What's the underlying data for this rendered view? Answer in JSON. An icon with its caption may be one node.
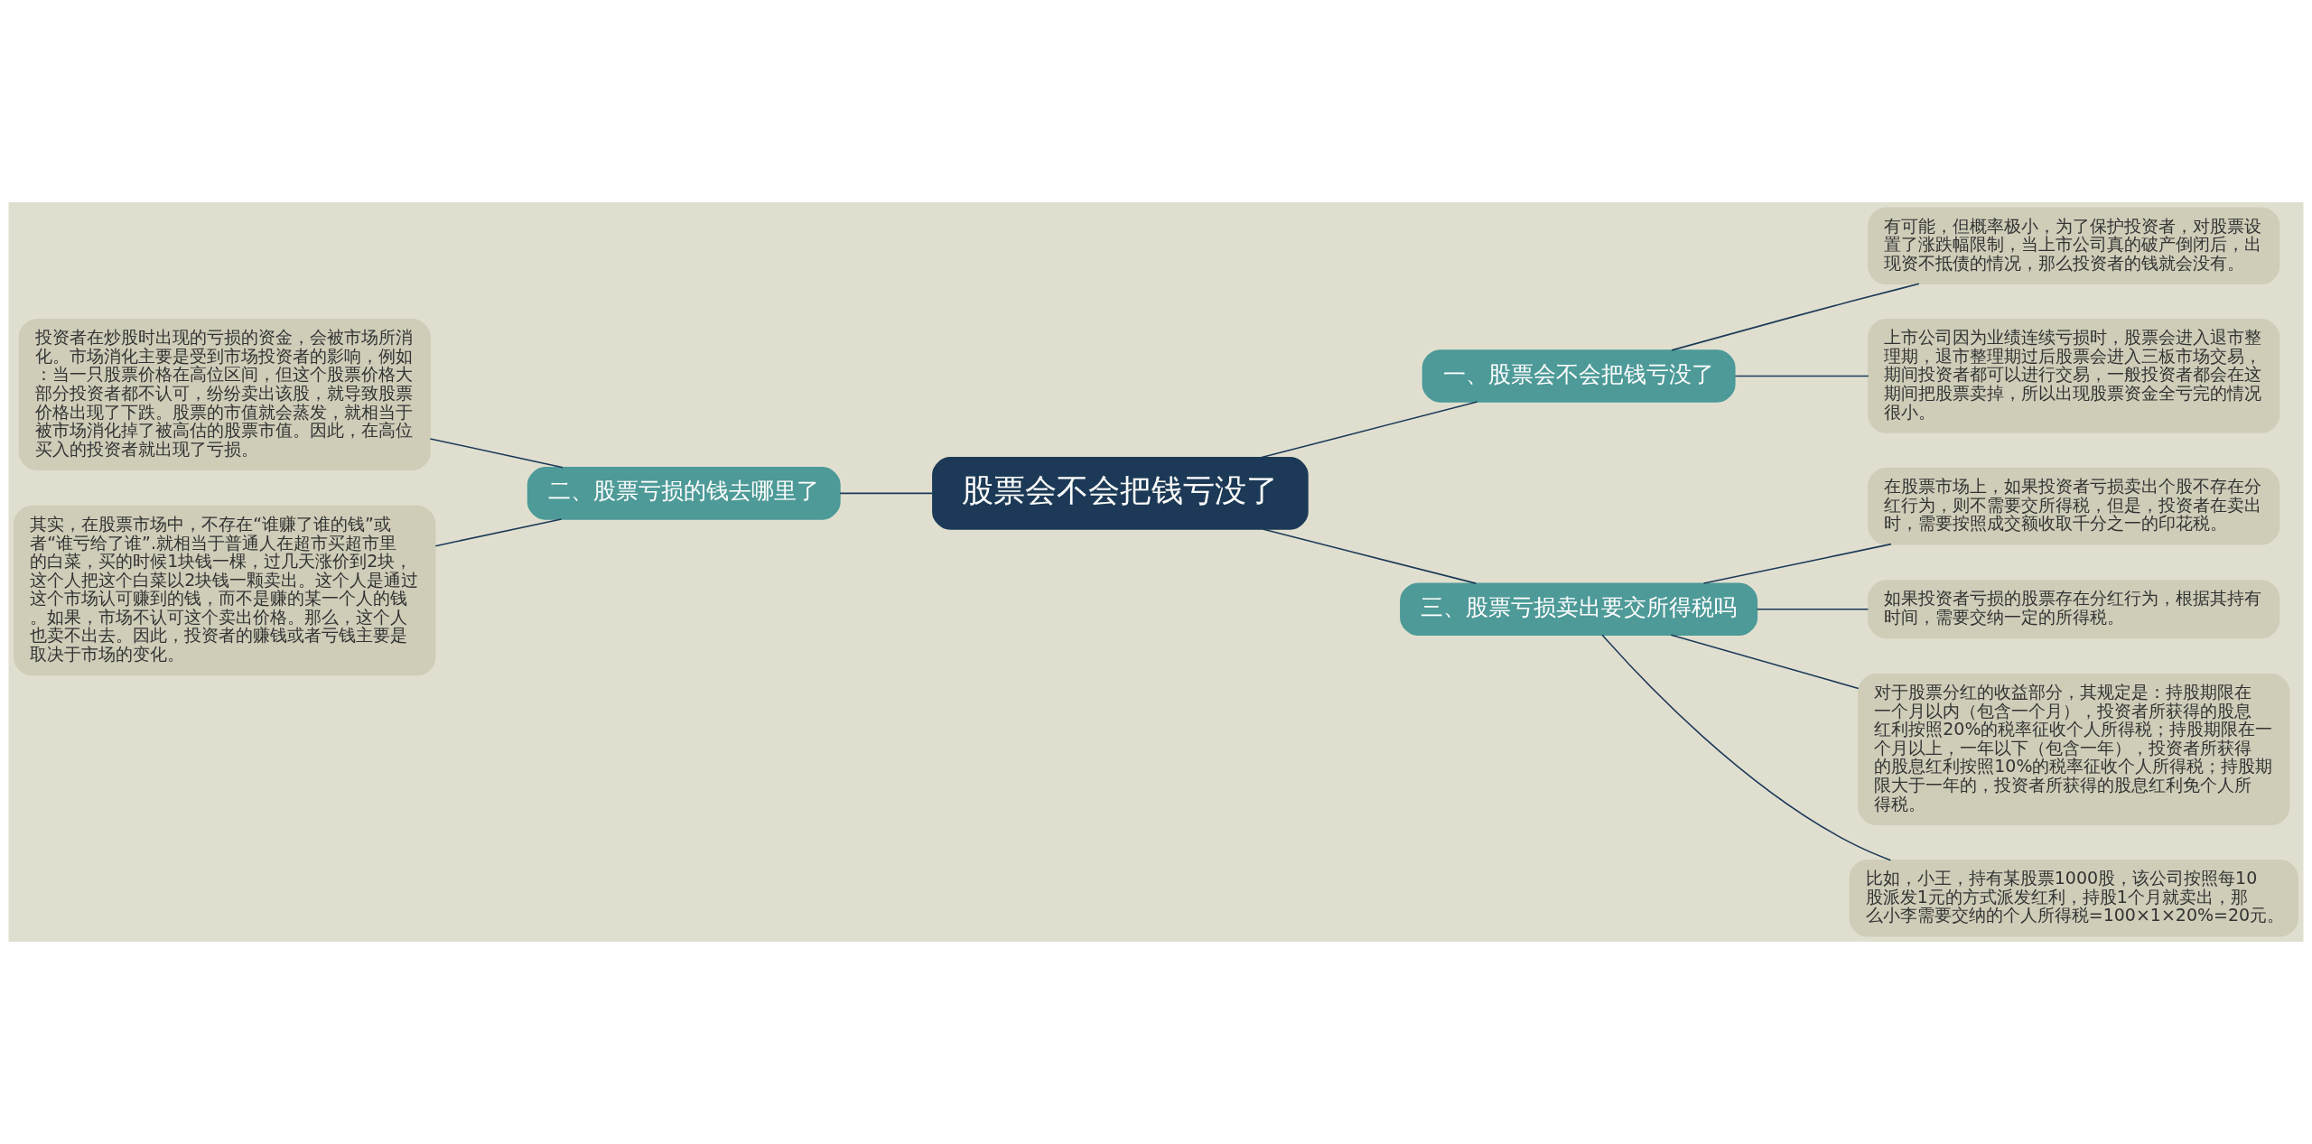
{
  "diagram": {
    "nodes": [
      {
        "text": [
          "股票会不会把钱亏没了"
        ]
      },
      {
        "text": [
          "一、股票会不会把钱亏没了"
        ]
      },
      {
        "text": [
          "有可能，但概率极小，为了保护投资者，对股票设置了涨跌幅限制，当上市公司真的破产倒闭后，出现资不抵债的情况，那么投资者的钱就会没有。"
        ]
      },
      {
        "text": [
          "上市公司因为业绩连续亏损时，股票会进入退市整理期，退市整理期过后股票会进入三板市场交易，期间投资者都可以进行交易，一般投资者都会在这期间把股票卖掉，所以出现股票资金全亏完的情况很小。"
        ]
      },
      {
        "text": [
          "二、股票亏损的钱去哪里了"
        ]
      },
      {
        "text": [
          "投资者在炒股时出现的亏损的资金，会被市场所消化。市场消化主要是受到市场投资者的影响，例如：当一只股票价格在高位区间，但这个股票价格大部分投资者都不认可，纷纷卖出该股，就导致股票价格出现了下跌。股票的市值就会蒸发，就相当于被市场消化掉了被高估的股票市值。因此，在高位买入的投资者就出现了亏损。"
        ]
      },
      {
        "text": [
          "其实，在股票市场中，不存在“谁赚了谁的钱”或者“谁亏给了谁”.就相当于普通人在超市买超市里的白菜，买的时候1块钱一棵，过几天涨价到2块，这个人把这个白菜以2块钱一颗卖出。这个人是通过这个市场认可赚到的钱，而不是赚的某一个人的钱。如果，市场不认可这个卖出价格。那么，这个人也卖不出去。因此，投资者的赚钱或者亏钱主要是取决于市场的变化。"
        ]
      },
      {
        "text": [
          "三、股票亏损卖出要交所得税吗"
        ]
      },
      {
        "text": [
          "在股票市场上，如果投资者亏损卖出个股不存在分红行为，则不需要交所得税，但是，投资者在卖出时，需要按照成交额收取千分之一的印花税。"
        ]
      },
      {
        "text": [
          "如果投资者亏损的股票存在分红行为，根据其持有时间，需要交纳一定的所得税。"
        ]
      },
      {
        "text": [
          "对于股票分红的收益部分，其规定是：持股期限在一个月以内（包含一个月），投资者所获得的股息红利按照20%的税率征收个人所得税；持股期限在一个月以上，一年以下（包含一年），投资者所获得的股息红利按照10%的税率征收个人所得税；持股期限大于一年的，投资者所获得的股息红利免个人所得税。"
        ]
      },
      {
        "text": [
          "比如，小王，持有某股票1000股，该公司按照每10股派发1元的方式派发红利，持股1个月就卖出，那么小李需要交纳的个人所得税=100×1×20%=20元。"
        ]
      }
    ],
    "edges": [
      {
        "from": 0,
        "to": 1,
        "arrow": "none"
      },
      {
        "from": 1,
        "to": 2,
        "arrow": "none"
      },
      {
        "from": 1,
        "to": 3,
        "arrow": "none"
      },
      {
        "from": 0,
        "to": 4,
        "arrow": "none"
      },
      {
        "from": 4,
        "to": 5,
        "arrow": "none"
      },
      {
        "from": 4,
        "to": 6,
        "arrow": "none"
      },
      {
        "from": 0,
        "to": 7,
        "arrow": "none"
      },
      {
        "from": 7,
        "to": 8,
        "arrow": "none"
      },
      {
        "from": 7,
        "to": 9,
        "arrow": "none"
      },
      {
        "from": 7,
        "to": 10,
        "arrow": "none"
      },
      {
        "from": 7,
        "to": 11,
        "arrow": "none"
      }
    ]
  }
}
